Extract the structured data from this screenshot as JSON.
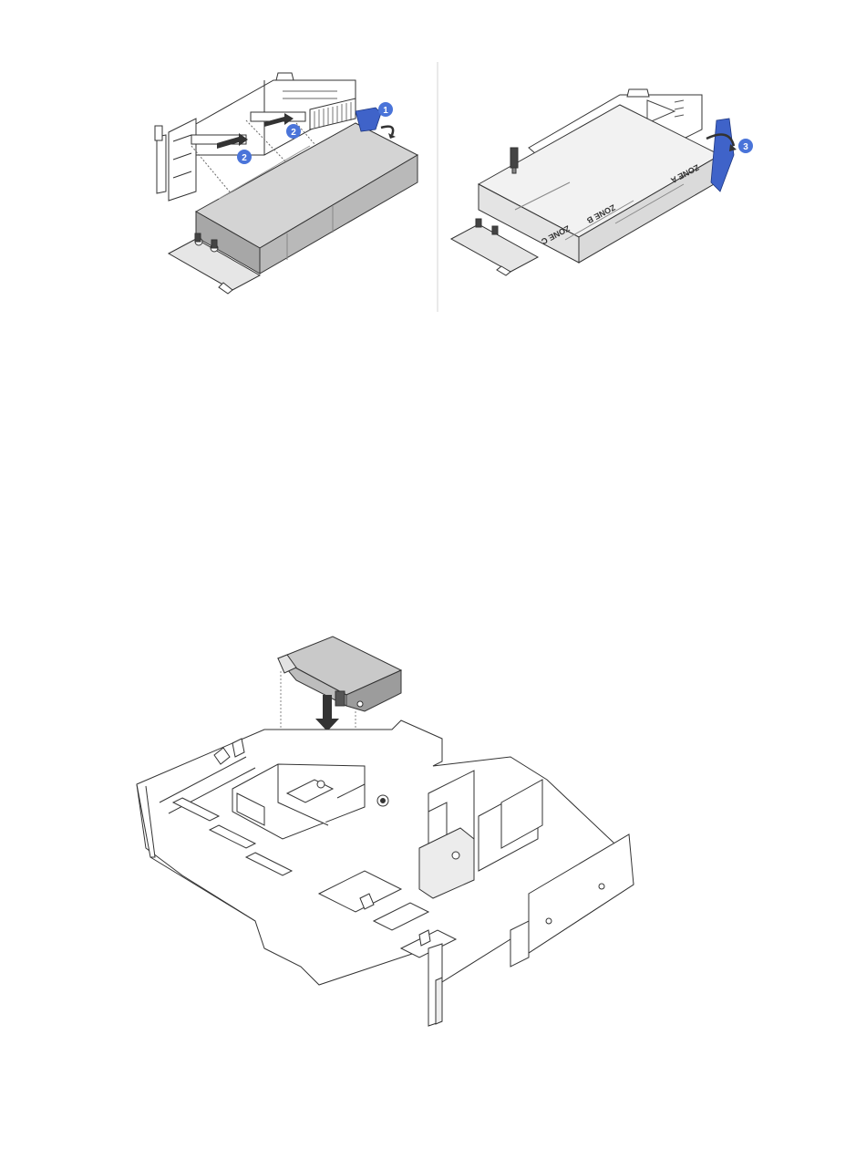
{
  "colors": {
    "line": "#333333",
    "gpu_fill": "#b9b9b9",
    "gpu_fill_dark": "#8f8f8f",
    "blue_accent": "#3f63c9",
    "callout": "#4a74d9",
    "divider": "#d6d6d6"
  },
  "top_figure": {
    "left_panel": {
      "callouts": [
        "1",
        "2",
        "2"
      ]
    },
    "right_panel": {
      "callouts": [
        "3"
      ],
      "zone_labels": [
        "ZONE A",
        "ZONE B",
        "ZONE C"
      ]
    }
  },
  "bottom_figure": {
    "icons": [
      "gpu-air-baffle-filler-icon",
      "down-arrow-icon",
      "air-baffle-icon"
    ]
  }
}
